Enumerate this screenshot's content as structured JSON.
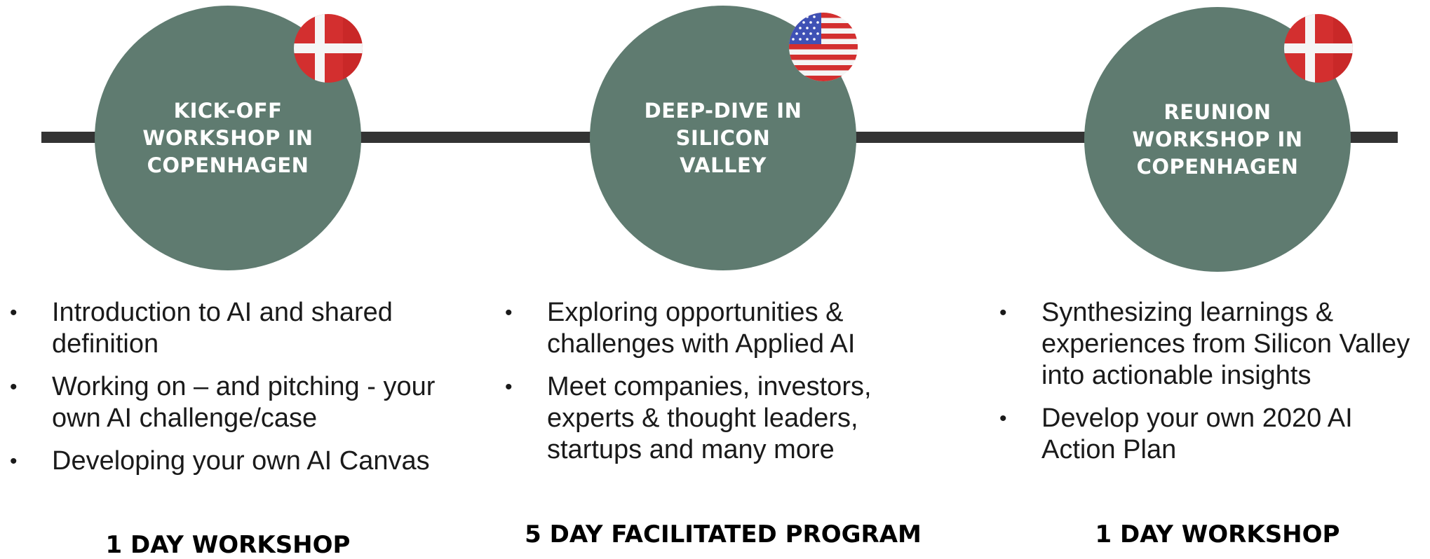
{
  "stages": [
    {
      "title": "KICK-OFF\nWORKSHOP IN\nCOPENHAGEN",
      "flag": "denmark-flag-icon",
      "bullets": [
        "Introduction to AI and shared definition",
        "Working on – and pitching - your own AI challenge/case",
        "Developing your own AI Canvas"
      ],
      "duration": "1 DAY WORKSHOP"
    },
    {
      "title": "DEEP-DIVE IN\nSILICON\nVALLEY",
      "flag": "usa-flag-icon",
      "bullets": [
        "Exploring opportunities & challenges with Applied AI",
        "Meet companies, investors, experts & thought leaders, startups and many more"
      ],
      "duration": "5 DAY FACILITATED PROGRAM"
    },
    {
      "title": "REUNION\nWORKSHOP IN\nCOPENHAGEN",
      "flag": "denmark-flag-icon",
      "bullets": [
        "Synthesizing learnings & experiences from Silicon Valley into actionable insights",
        "Develop your own 2020 AI Action Plan"
      ],
      "duration": "1 DAY WORKSHOP"
    }
  ],
  "colors": {
    "circle": "#5f7b70",
    "timeline": "#333333",
    "flag_red": "#d32f2f",
    "flag_blue": "#3f51b5"
  }
}
